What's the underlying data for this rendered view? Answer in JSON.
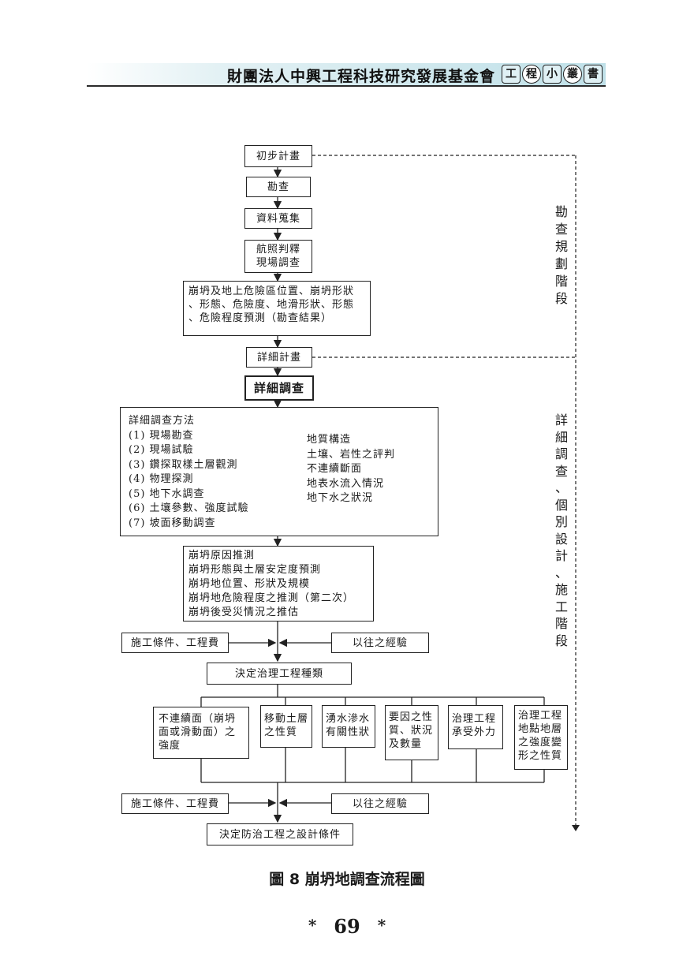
{
  "header": {
    "org": "財團法人中興工程科技研究發展基金會",
    "series": [
      "工",
      "程",
      "小",
      "叢",
      "書"
    ]
  },
  "flow": {
    "initial_plan": "初步計畫",
    "survey": "勘查",
    "data_collection": "資料蒐集",
    "aerial": [
      "航照判釋",
      "現場調查"
    ],
    "survey_result": [
      "崩坍及地上危險區位置、崩坍形狀",
      "、形態、危險度、地滑形狀、形態",
      "、危險程度預測（勘查結果）"
    ],
    "detail_plan": "詳細計畫",
    "detail_survey": "詳細調查",
    "methods_title": "詳細調查方法",
    "methods": [
      "(1) 現場勘查",
      "(2) 現場試驗",
      "(3) 鑽探取樣土層觀測",
      "(4) 物理探測",
      "(5) 地下水調查",
      "(6) 土壤參數、強度試驗",
      "(7) 坡面移動調查"
    ],
    "brace_items": [
      "地質構造",
      "土壤、岩性之評判",
      "不連續斷面",
      "地表水流入情況",
      "地下水之狀況"
    ],
    "analysis": [
      "崩坍原因推測",
      "崩坍形態與土層安定度預測",
      "崩坍地位置、形狀及規模",
      "崩坍地危險程度之推測（第二次）",
      "崩坍後受災情況之推估"
    ],
    "conditions": "施工條件、工程費",
    "experience": "以往之經驗",
    "decide_type": "決定治理工程種類",
    "factors": [
      [
        "不連續面（崩坍",
        "面或滑動面）之",
        "強度"
      ],
      [
        "移動土層",
        "之性質"
      ],
      [
        "湧水滲水",
        "有關性狀"
      ],
      [
        "要因之性",
        "質、狀況",
        "及數量"
      ],
      [
        "治理工程",
        "承受外力"
      ],
      [
        "治理工程",
        "地點地層",
        "之強度變",
        "形之性質"
      ]
    ],
    "conditions2": "施工條件、工程費",
    "experience2": "以往之經驗",
    "decide_design": "決定防治工程之設計條件"
  },
  "stages": {
    "stage1": [
      "勘",
      "查",
      "規",
      "劃",
      "階",
      "段"
    ],
    "stage2": [
      "詳",
      "細",
      "調",
      "查",
      "、",
      "個",
      "別",
      "設",
      "計",
      "、",
      "施",
      "工",
      "階",
      "段"
    ]
  },
  "caption": {
    "prefix": "圖",
    "num": "8",
    "title": "崩坍地調查流程圖"
  },
  "page": {
    "number": "69",
    "star": "*"
  }
}
